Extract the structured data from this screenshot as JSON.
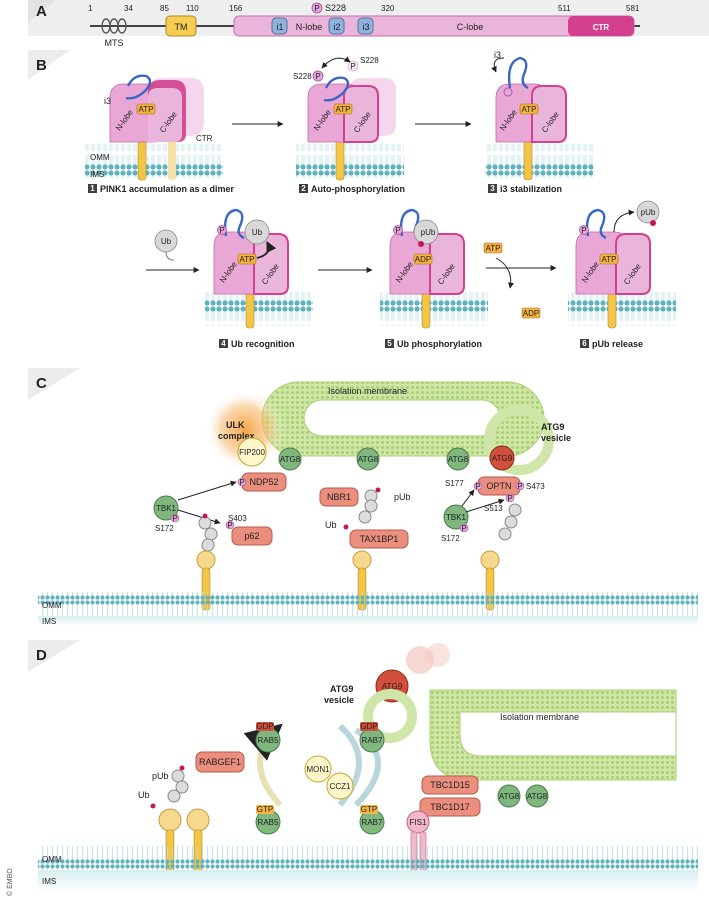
{
  "panels": {
    "a": "A",
    "b": "B",
    "c": "C",
    "d": "D"
  },
  "domain_bar": {
    "ticks": [
      "1",
      "34",
      "85",
      "110",
      "156",
      "320",
      "511",
      "581"
    ],
    "mts": "MTS",
    "tm": "TM",
    "i1": "i1",
    "nlobe": "N-lobe",
    "i2": "i2",
    "i3": "i3",
    "clobe": "C-lobe",
    "ctr": "CTR",
    "p": "P",
    "site": "S228"
  },
  "panel_b": {
    "i3": "i3",
    "atp": "ATP",
    "adp": "ADP",
    "nlobe": "N-lobe",
    "clobe": "C-lobe",
    "ctr": "CTR",
    "omm": "OMM",
    "ims": "IMS",
    "s228": "S228",
    "p": "P",
    "ub": "Ub",
    "pub": "pUb",
    "steps": [
      {
        "n": "1",
        "label": "PINK1 accumulation as a dimer"
      },
      {
        "n": "2",
        "label": "Auto-phosphorylation"
      },
      {
        "n": "3",
        "label": "i3 stabilization"
      },
      {
        "n": "4",
        "label": "Ub recognition"
      },
      {
        "n": "5",
        "label": "Ub phosphorylation"
      },
      {
        "n": "6",
        "label": "pUb release"
      }
    ]
  },
  "panel_c": {
    "isolation_membrane": "Isolation membrane",
    "ulk": "ULK",
    "complex": "complex",
    "fip200": "FIP200",
    "atg9_vesicle_1": "ATG9",
    "atg9_vesicle_2": "vesicle",
    "atg9": "ATG9",
    "atg8": "ATG8",
    "ndp52": "NDP52",
    "tbk1": "TBK1",
    "s172": "S172",
    "s403": "S403",
    "p62": "p62",
    "nbr1": "NBR1",
    "pub": "pUb",
    "ub": "Ub",
    "tax1bp1": "TAX1BP1",
    "optn": "OPTN",
    "s177": "S177",
    "s473": "S473",
    "s513": "S513",
    "p": "P",
    "omm": "OMM",
    "ims": "IMS"
  },
  "panel_d": {
    "atg9": "ATG9",
    "atg9_vesicle_1": "ATG9",
    "atg9_vesicle_2": "vesicle",
    "isolation_membrane": "Isolation membrane",
    "gdp": "GDP",
    "gtp": "GTP",
    "rab5": "RAB5",
    "rab7": "RAB7",
    "rabgef1": "RABGEF1",
    "mon1": "MON1",
    "ccz1": "CCZ1",
    "tbc1d15": "TBC1D15",
    "tbc1d17": "TBC1D17",
    "fis1": "FIS1",
    "atg8": "ATG8",
    "pub": "pUb",
    "ub": "Ub",
    "omm": "OMM",
    "ims": "IMS"
  },
  "credit": "© EMBO",
  "colors": {
    "pink1": "#e9a7d6",
    "ctr": "#d2408f",
    "membrane": "#7cc7cf",
    "autophagy": "#b5d77a",
    "adaptor": "#ec8e7e",
    "ub": "#dcdcdc",
    "atp": "#f6b343",
    "rab": "#7fb77e",
    "phospho": "#e5a6dd"
  }
}
